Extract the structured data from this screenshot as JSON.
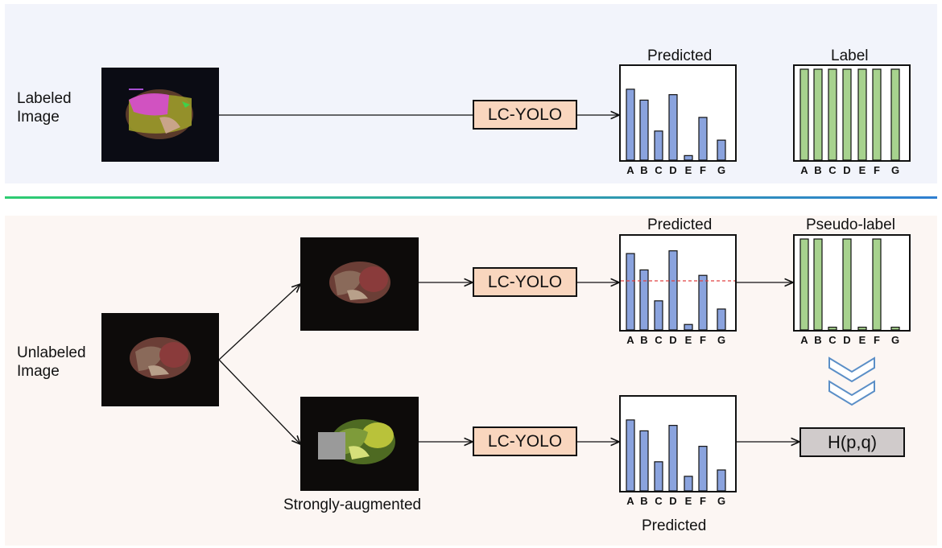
{
  "top": {
    "row_label_line1": "Labeled",
    "row_label_line2": "Image",
    "model_label": "LC-YOLO",
    "predicted_title": "Predicted",
    "label_title": "Label"
  },
  "bottom": {
    "row_label_line1": "Unlabeled",
    "row_label_line2": "Image",
    "model_label_weak": "LC-YOLO",
    "model_label_strong": "LC-YOLO",
    "predicted_title_weak": "Predicted",
    "pseudo_label_title": "Pseudo-label",
    "strong_aug_caption": "Strongly-augmented",
    "predicted_title_strong": "Predicted",
    "loss_label": "H(p,q)"
  },
  "colors": {
    "pred_bar": "#8aa3de",
    "label_bar": "#a7d28e",
    "model_box": "#f9d6be",
    "loss_box": "#d0cbcb",
    "threshold_line": "#e04040",
    "chevron": "#5b8fc7"
  },
  "chart_data": [
    {
      "type": "bar",
      "title": "Predicted",
      "categories": [
        "A",
        "B",
        "C",
        "D",
        "E",
        "F",
        "G"
      ],
      "values": [
        0.78,
        0.66,
        0.32,
        0.72,
        0.05,
        0.47,
        0.22
      ],
      "ylim": [
        0,
        1
      ]
    },
    {
      "type": "bar",
      "title": "Label",
      "categories": [
        "A",
        "B",
        "C",
        "D",
        "E",
        "F",
        "G"
      ],
      "values": [
        1,
        1,
        1,
        1,
        1,
        1,
        1
      ],
      "ylim": [
        0,
        1
      ]
    },
    {
      "type": "bar",
      "title": "Predicted",
      "categories": [
        "A",
        "B",
        "C",
        "D",
        "E",
        "F",
        "G"
      ],
      "values": [
        0.84,
        0.66,
        0.32,
        0.87,
        0.06,
        0.6,
        0.23
      ],
      "threshold": 0.54,
      "ylim": [
        0,
        1
      ]
    },
    {
      "type": "bar",
      "title": "Pseudo-label",
      "categories": [
        "A",
        "B",
        "C",
        "D",
        "E",
        "F",
        "G"
      ],
      "values": [
        1,
        1,
        0.03,
        1,
        0.03,
        1,
        0.03
      ],
      "ylim": [
        0,
        1
      ]
    },
    {
      "type": "bar",
      "title": "Predicted",
      "categories": [
        "A",
        "B",
        "C",
        "D",
        "E",
        "F",
        "G"
      ],
      "values": [
        0.78,
        0.66,
        0.32,
        0.72,
        0.16,
        0.49,
        0.23
      ],
      "ylim": [
        0,
        1
      ]
    }
  ]
}
